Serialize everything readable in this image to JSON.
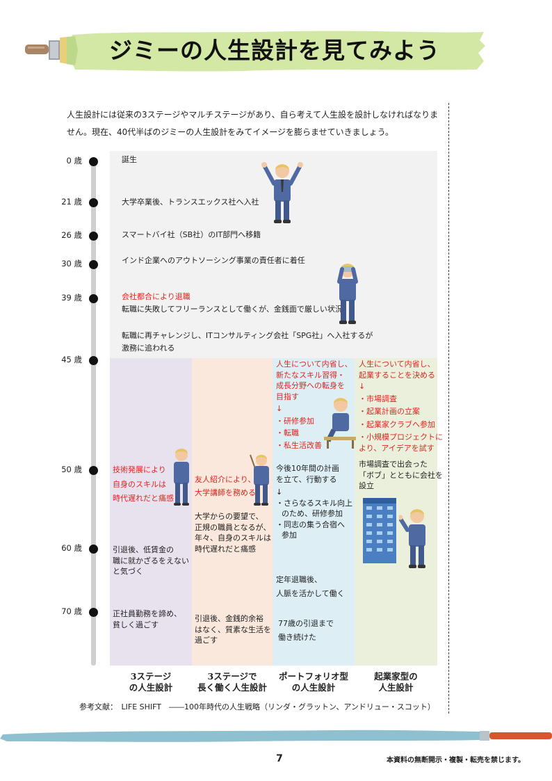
{
  "title": "ジミーの人生設計を見てみよう",
  "intro": "人生設計には従来の3ステージやマルチステージがあり、自ら考えて人生設を設計しなければなりません。現在、40代半ばのジミーの人生設計をみてイメージを膨らませていきましょう。",
  "ages": [
    "0 歳",
    "21 歳",
    "26 歳",
    "30 歳",
    "39 歳",
    "45 歳",
    "50 歳",
    "60 歳",
    "70 歳"
  ],
  "events": {
    "birth": "誕生",
    "grad": "大学卒業後、トランスエックス社へ入社",
    "sb": "スマートバイ社（SB社）のIT部門へ移籍",
    "india": "インド企業へのアウトソーシング事業の責任者に着任",
    "layoff": "会社都合により退職",
    "freelance": "転職に失敗してフリーランスとして働くが、金銭面で厳しい状況",
    "spg1": "転職に再チャレンジし、ITコンサルティング会社「SPG社」へ入社するが",
    "spg2": "激務に追われる"
  },
  "col1": {
    "a1": "技術発展により",
    "a2": "自身のスキルは",
    "a3": "時代遅れだと痛感",
    "b1": "引退後、低賃金の",
    "b2": "職に就かざるをえない",
    "b3": "と気づく",
    "c1": "正社員勤務を諦め、",
    "c2": "貧しく過ごす"
  },
  "col2": {
    "a1": "友人紹介により、",
    "a2": "大学講師を務める",
    "b1": "大学からの要望で、",
    "b2": "正規の職員となるが、",
    "b3": "年々、自身のスキルは",
    "b4": "時代遅れだと痛感",
    "c1": "引退後、金銭的余裕",
    "c2": "はなく、質素な生活を",
    "c3": "過ごす"
  },
  "col3": {
    "a1": "人生について内省し、",
    "a2": "新たなスキル習得・",
    "a3": "成長分野への転身を",
    "a4": "目指す",
    "arrow": "↓",
    "l1": "・研修参加",
    "l2": "・転職",
    "l3": "・私生活改善",
    "b1": "今後10年間の計画",
    "b2": "を立て、行動する",
    "arrow2": "↓",
    "m1": "・さらなるスキル向上",
    "m2": "のため、研修参加",
    "m3": "・同志の集う合宿へ",
    "m4": "参加",
    "c1": "定年退職後、",
    "c2": "人脈を活かして働く",
    "d1": "77歳の引退まで",
    "d2": "働き続けた"
  },
  "col4": {
    "a1": "人生について内省し、",
    "a2": "起業することを決める",
    "arrow": "↓",
    "l1": "・市場調査",
    "l2": "・起業計画の立案",
    "l3": "・起業家クラブへ参加",
    "l4": "・小規模プロジェクトに",
    "l5": "より、アイデアを試す",
    "b1": "市場調査で出会った",
    "b2": "「ボブ」とともに会社を",
    "b3": "設立"
  },
  "labels": [
    {
      "l1": "3ステージ",
      "l2": "の人生設計"
    },
    {
      "l1": "3ステージで",
      "l2": "長く働く人生設計"
    },
    {
      "l1": "ポートフォリオ型",
      "l2": "の人生設計"
    },
    {
      "l1": "起業家型の",
      "l2": "人生設計"
    }
  ],
  "reference": "参考文献：　LIFE SHIFT　――100年時代の人生戦略（リンダ・グラットン、アンドリュー・スコット）",
  "page_number": "7",
  "notice": "本資料の無断開示・複製・転売を禁じます。",
  "colors": {
    "banner": "#d4e8a6",
    "rail": "#cfcfcf",
    "top_panel": "#f2f2f2",
    "col1": "#e8e2ef",
    "col2": "#fbe8dc",
    "col3": "#ddeef5",
    "col4": "#eaf0dc",
    "accent_red": "#e0251e",
    "bottom_brush": "#8ec0cf"
  }
}
